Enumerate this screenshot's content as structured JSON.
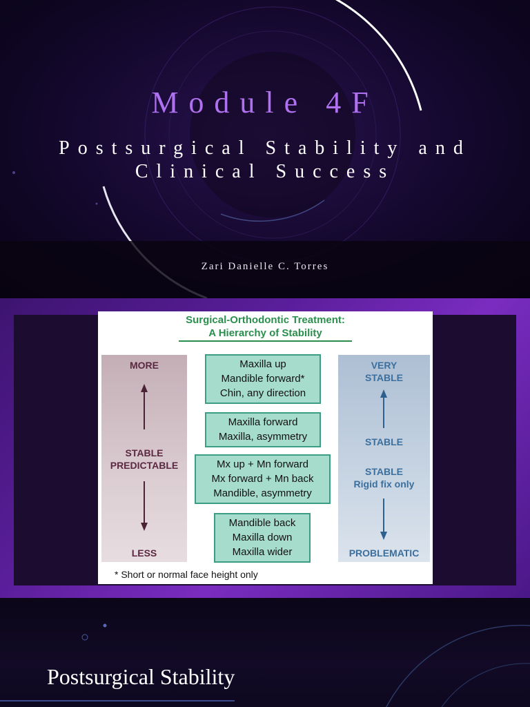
{
  "slide1": {
    "title": "Module 4F",
    "subtitle_line1": "Postsurgical Stability and",
    "subtitle_line2": "Clinical Success",
    "author": "Zari Danielle C. Torres"
  },
  "slide2": {
    "figure_title_line1": "Surgical-Orthodontic Treatment:",
    "figure_title_line2": "A Hierarchy of Stability",
    "left_column": {
      "top": "MORE",
      "middle_line1": "STABLE",
      "middle_line2": "PREDICTABLE",
      "bottom": "LESS"
    },
    "boxes": [
      {
        "lines": [
          "Maxilla up",
          "Mandible forward*",
          "Chin, any direction"
        ]
      },
      {
        "lines": [
          "Maxilla forward",
          "Maxilla, asymmetry"
        ]
      },
      {
        "lines": [
          "Mx up + Mn forward",
          "Mx forward + Mn back",
          "Mandible, asymmetry"
        ]
      },
      {
        "lines": [
          "Mandible back",
          "Maxilla down",
          "Maxilla wider"
        ]
      }
    ],
    "right_column": {
      "top_line1": "VERY",
      "top_line2": "STABLE",
      "stable": "STABLE",
      "stable2": "STABLE",
      "rigid": "Rigid fix only",
      "bottom": "PROBLEMATIC"
    },
    "footnote": "* Short or normal face height only"
  },
  "slide3": {
    "title": "Postsurgical Stability"
  },
  "colors": {
    "title_purple": "#b071f0",
    "figure_green": "#2a8f4d",
    "box_fill": "#a6dccb",
    "box_border": "#3b9e84",
    "left_text": "#5a2840",
    "right_text": "#3a6f9e"
  }
}
